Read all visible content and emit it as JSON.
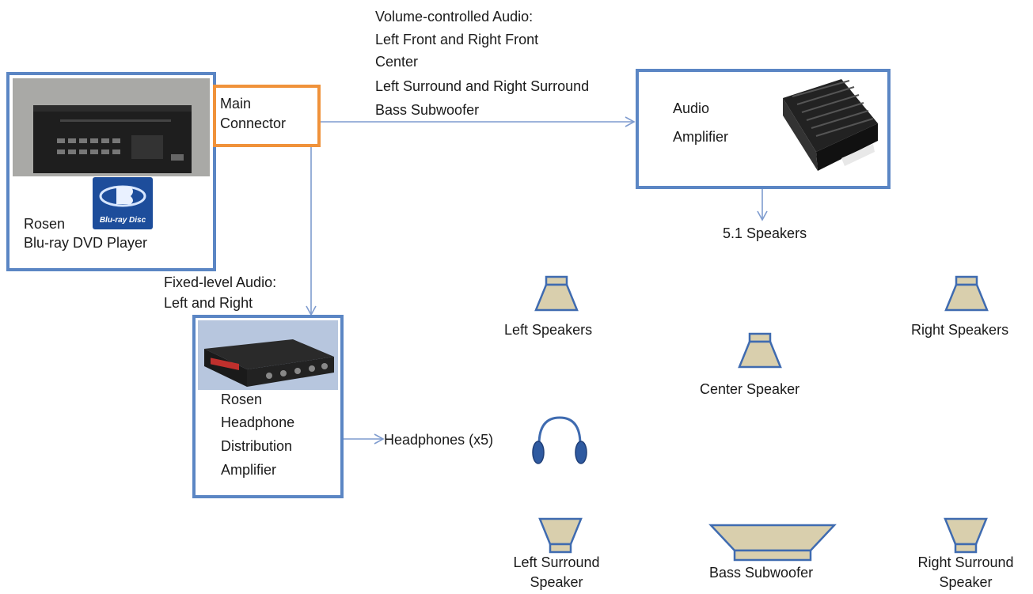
{
  "colors": {
    "box_border": "#5b86c4",
    "connector_border": "#f0923a",
    "arrow": "#7f9ccf",
    "speaker_fill": "#d9cfad",
    "speaker_stroke": "#3f6bb0",
    "device_body": "#1e1e1e",
    "headphone": "#3f6bb0"
  },
  "dvd_player": {
    "line1": "Rosen",
    "line2": "Blu-ray DVD Player",
    "logo_text": "Blu-ray Disc"
  },
  "connector": {
    "line1": "Main",
    "line2": "Connector"
  },
  "volume_audio": {
    "lines": [
      "Volume-controlled Audio:",
      "Left Front and Right Front",
      "Center",
      "Left Surround and Right Surround",
      "Bass Subwoofer"
    ]
  },
  "amplifier": {
    "line1": "Audio",
    "line2": "Amplifier"
  },
  "speakers_heading": "5.1 Speakers",
  "fixed_audio": {
    "line1": "Fixed-level Audio:",
    "line2": "Left and Right"
  },
  "headphone_amp": {
    "lines": [
      "Rosen",
      "Headphone",
      "Distribution",
      "Amplifier"
    ]
  },
  "headphones_label": "Headphones (x5)",
  "speakers": {
    "left": "Left Speakers",
    "right": "Right Speakers",
    "center": "Center Speaker",
    "left_surround": [
      "Left Surround",
      "Speaker"
    ],
    "sub": "Bass Subwoofer",
    "right_surround": [
      "Right Surround",
      "Speaker"
    ]
  }
}
